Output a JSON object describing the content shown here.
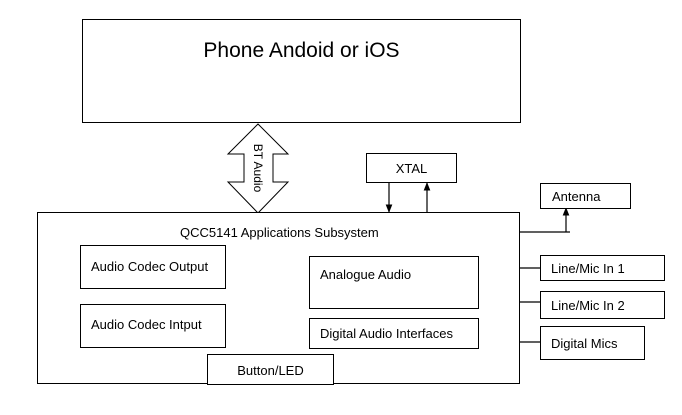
{
  "phone": {
    "title": "Phone Andoid or iOS"
  },
  "bt_link": {
    "label": "BT Audio"
  },
  "xtal": {
    "label": "XTAL"
  },
  "antenna": {
    "label": "Antenna"
  },
  "subsystem": {
    "title": "QCC5141 Applications Subsystem",
    "blocks": {
      "codec_output": "Audio Codec Output",
      "codec_input": "Audio Codec Intput",
      "analogue_audio": "Analogue Audio",
      "digital_interfaces": "Digital Audio Interfaces",
      "button_led": "Button/LED"
    }
  },
  "inputs": {
    "line_mic_1": "Line/Mic In 1",
    "line_mic_2": "Line/Mic In 2",
    "digital_mics": "Digital Mics"
  }
}
